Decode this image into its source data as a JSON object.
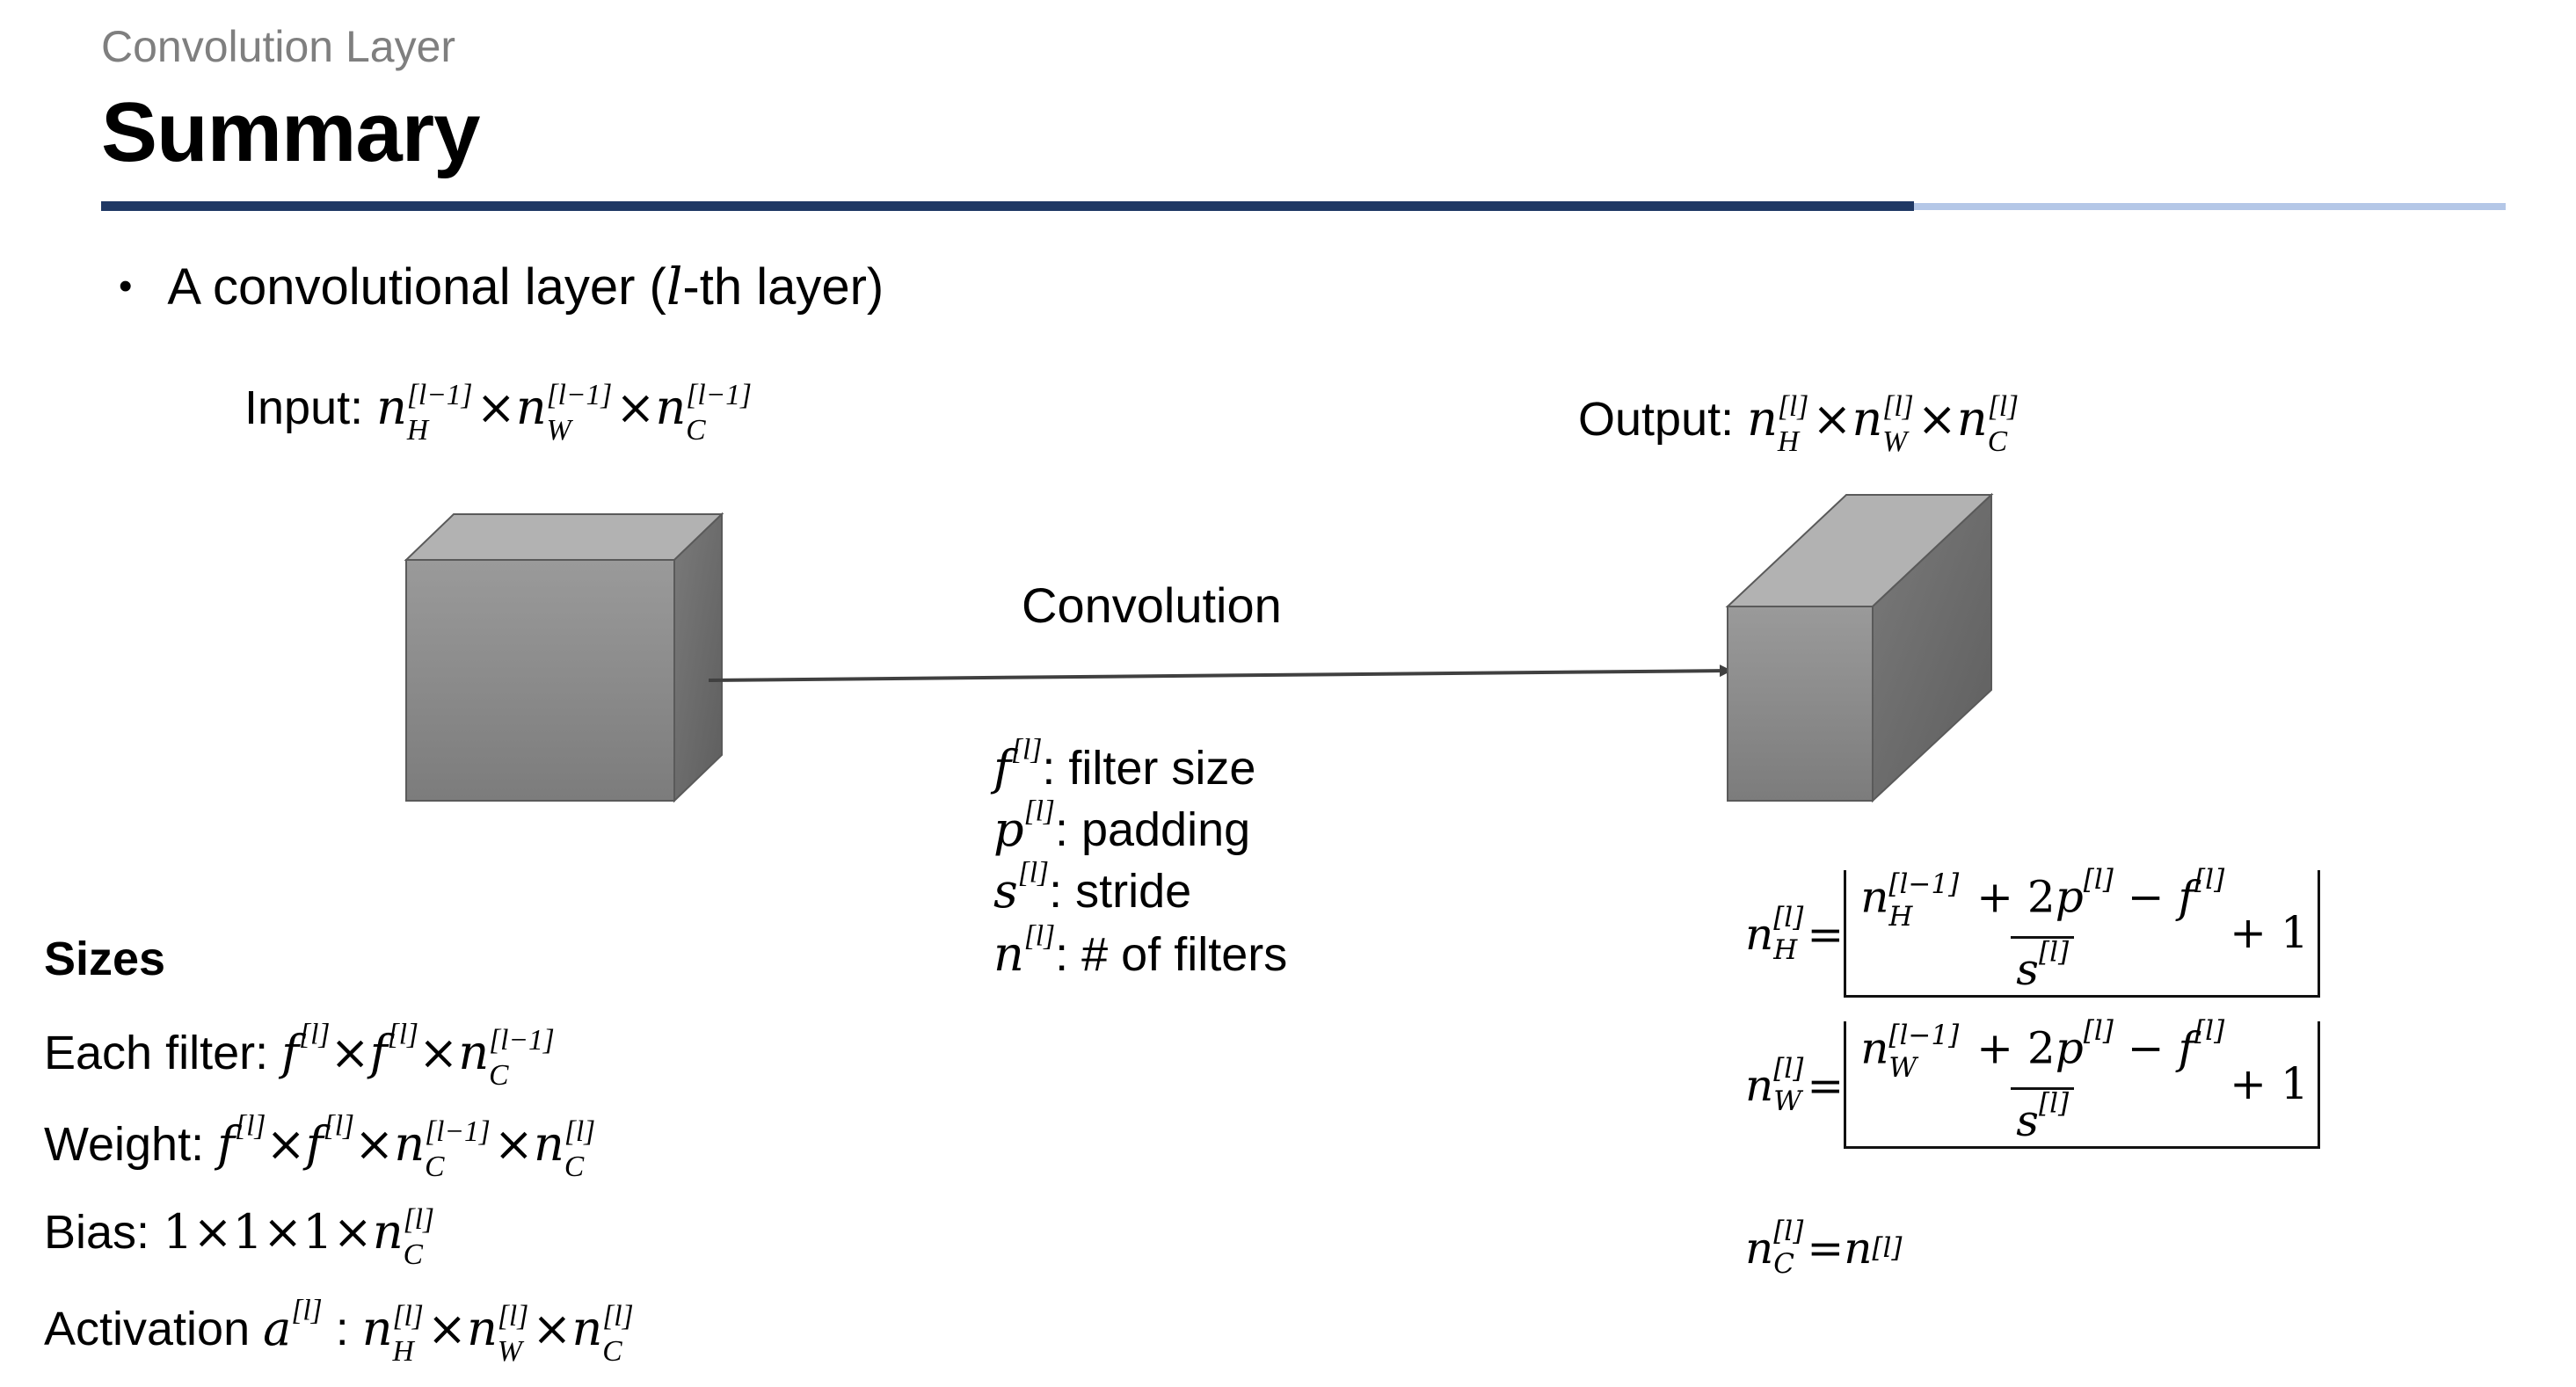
{
  "header": {
    "section": "Convolution Layer",
    "title": "Summary"
  },
  "colors": {
    "rule_dark": "#1F3864",
    "rule_light": "#B4C7E7",
    "box_face": "#8C8C8C",
    "box_top": "#B2B2B2",
    "box_side": "#6E6E6E"
  },
  "bullet": {
    "text": "A convolutional layer (",
    "var": "l",
    "text_after": "-th layer)"
  },
  "input": {
    "label": "Input: ",
    "sup": "[l−1]"
  },
  "output": {
    "label": "Output: ",
    "sup": "[l]"
  },
  "common": {
    "n": "n",
    "f": "f",
    "p": "p",
    "s": "s",
    "a": "a",
    "times": "×",
    "l": "[l]",
    "lm1": "[l−1]",
    "H": "H",
    "W": "W",
    "C": "C"
  },
  "arrow": {
    "label": "Convolution"
  },
  "params": [
    {
      "var": "f",
      "desc": ": filter size"
    },
    {
      "var": "p",
      "desc": ": padding"
    },
    {
      "var": "s",
      "desc": ": stride"
    },
    {
      "var": "n",
      "desc": ": # of filters"
    }
  ],
  "sizes": {
    "heading": "Sizes",
    "filter_label": "Each filter: ",
    "weight_label": "Weight: ",
    "bias_label": "Bias: ",
    "bias_prefix": "1×1×1×",
    "activation_label": "Activation ",
    "activation_colon": " : "
  },
  "formulas": {
    "eq": " = ",
    "numerator_mid": " + 2",
    "numerator_minus": " − ",
    "plus_one": " + 1"
  }
}
